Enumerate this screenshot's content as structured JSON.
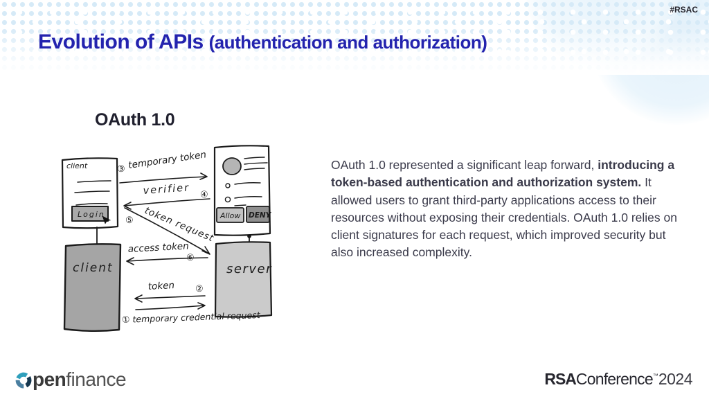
{
  "header": {
    "hashtag": "#RSAC",
    "title": "Evolution of APIs ",
    "title_paren": "(authentication and authorization)"
  },
  "section": {
    "heading": "OAuth 1.0"
  },
  "body": {
    "lead": "OAuth 1.0 represented a significant leap forward, ",
    "bold": "introducing a token-based authentication and authorization system.",
    "rest": " It allowed users to grant third-party applications access to their resources without exposing their credentials. OAuth 1.0 relies on client signatures for each request, which improved security but also increased complexity."
  },
  "diagram": {
    "client_card_label": "client",
    "login_button": "Login",
    "allow_button": "Allow",
    "deny_button": "DENY",
    "client_box_label": "client",
    "server_box_label": "server",
    "steps": {
      "s1": {
        "num": "①",
        "label": "temporary credential request"
      },
      "s2": {
        "num": "②",
        "label": "token"
      },
      "s3": {
        "num": "③",
        "label": "temporary token"
      },
      "s4": {
        "num": "④",
        "label": "verifier"
      },
      "s5": {
        "num": "⑤",
        "label": "token request"
      },
      "s6": {
        "num": "⑥",
        "label": "access token"
      }
    }
  },
  "footer": {
    "brand_bold": "pen",
    "brand_light": "finance",
    "rsa": "RSA",
    "conference": "Conference",
    "tm": "™",
    "year": "2024"
  },
  "colors": {
    "title_blue": "#2323ae",
    "body_text": "#3a3a4a",
    "dot_blue": "#d6eaf7",
    "brand_teal": "#2f9fbc",
    "brand_navy": "#16374f"
  }
}
